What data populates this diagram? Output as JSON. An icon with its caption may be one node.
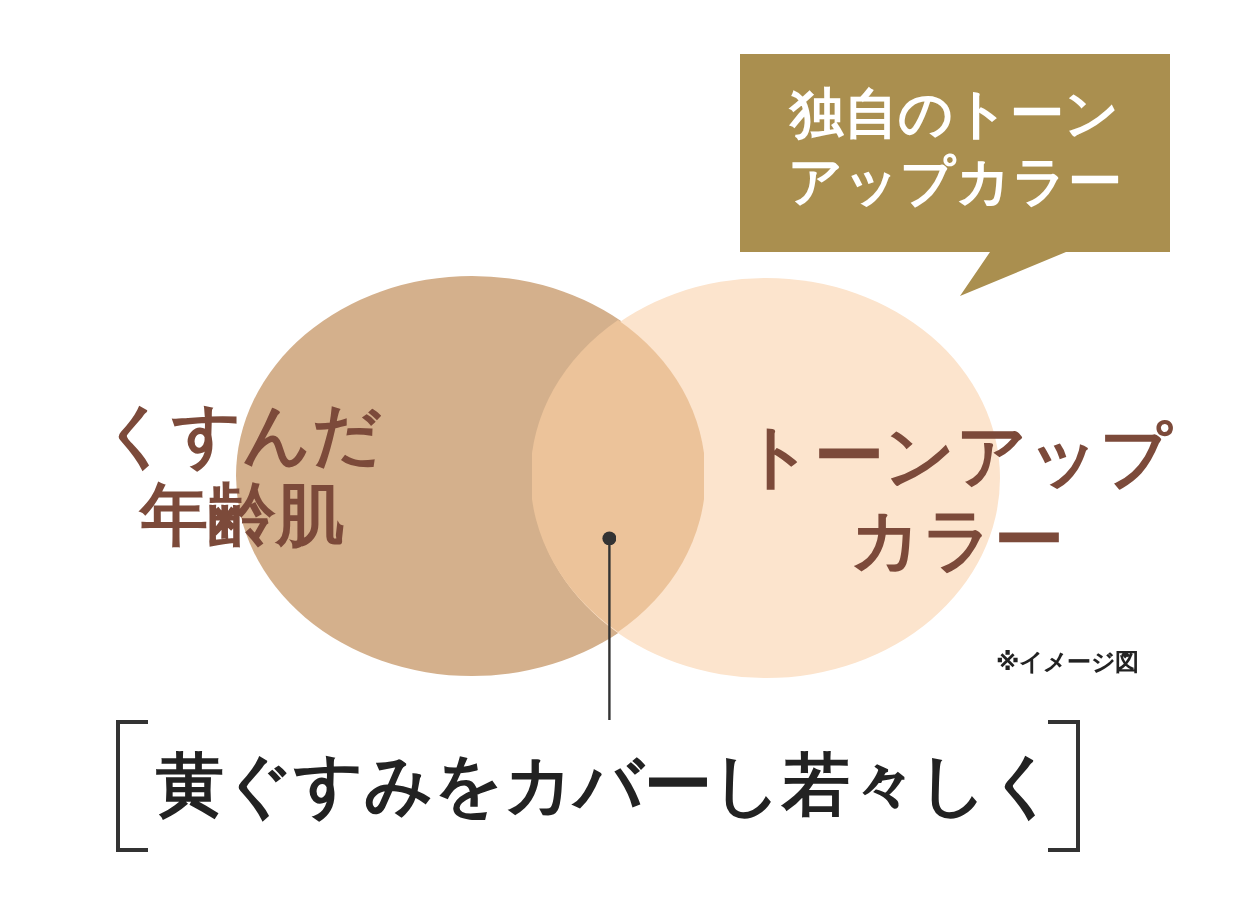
{
  "diagram": {
    "nodes": [
      {
        "text": [
          "独自のトーンアップカラー"
        ]
      },
      {
        "text": [
          "くすんだ年齢肌"
        ]
      },
      {
        "text": [
          "トーンアップカラー"
        ]
      },
      {
        "text": [],
        "shape": "lens"
      },
      {
        "text": [
          "黄ぐすみをカバーし若々しく"
        ]
      }
    ],
    "edges": [
      {
        "from": 4,
        "to": 3,
        "arrow": "other"
      }
    ],
    "labels": [
      "※イメージ図"
    ]
  }
}
